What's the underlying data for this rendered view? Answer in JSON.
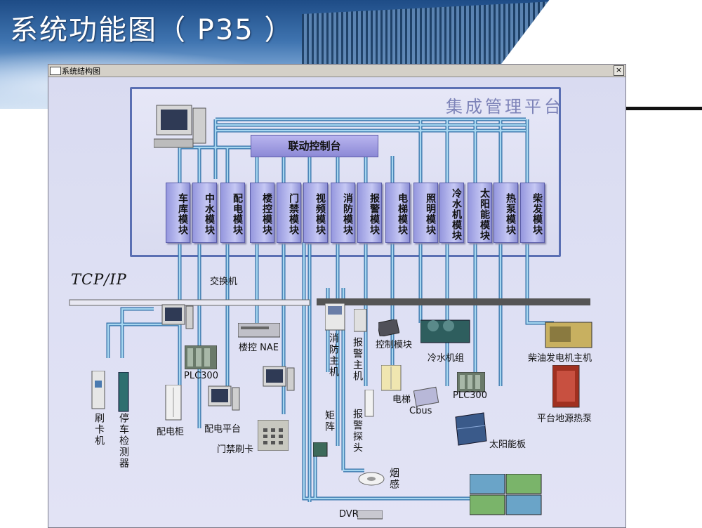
{
  "slide": {
    "title": "系统功能图（ P35 ）"
  },
  "window": {
    "title": "系统结构图",
    "close_glyph": "×"
  },
  "platform": {
    "title": "集成管理平台",
    "linkage_console": "联动控制台"
  },
  "modules": [
    "车库模块",
    "中水模块",
    "配电模块",
    "楼控模块",
    "门禁模块",
    "视频模块",
    "消防模块",
    "报警模块",
    "电梯模块",
    "照明模块",
    "冷水机模块",
    "太阳能模块",
    "热泵模块",
    "柴发模块"
  ],
  "network": {
    "label": "TCP/IP",
    "switch_label": "交换机"
  },
  "devices": {
    "plc300_left": "PLC300",
    "distribution_cabinet": "配电柜",
    "distribution_platform": "配电平台",
    "building_control_nae": "楼控 NAE",
    "access_card": "门禁刷卡",
    "card_reader": "刷卡机",
    "parking_detector": "停车检测器",
    "fire_host": "消防主机",
    "matrix": "矩阵",
    "alarm_host": "报警主机",
    "alarm_probe": "报警探头",
    "smoke_sensor": "烟感",
    "dvr": "DVR",
    "control_module": "控制模块",
    "elevator": "电梯",
    "cbus": "Cbus",
    "chiller_unit": "冷水机组",
    "plc300_right": "PLC300",
    "solar_panel": "太阳能板",
    "diesel_generator": "柴油发电机主机",
    "ground_heat_pump": "平台地源热泵"
  },
  "colors": {
    "line": "#8fc4e4",
    "line_edge": "#2f6da6",
    "module": "#a7a9e6",
    "platform_border": "#5a6fb3"
  }
}
